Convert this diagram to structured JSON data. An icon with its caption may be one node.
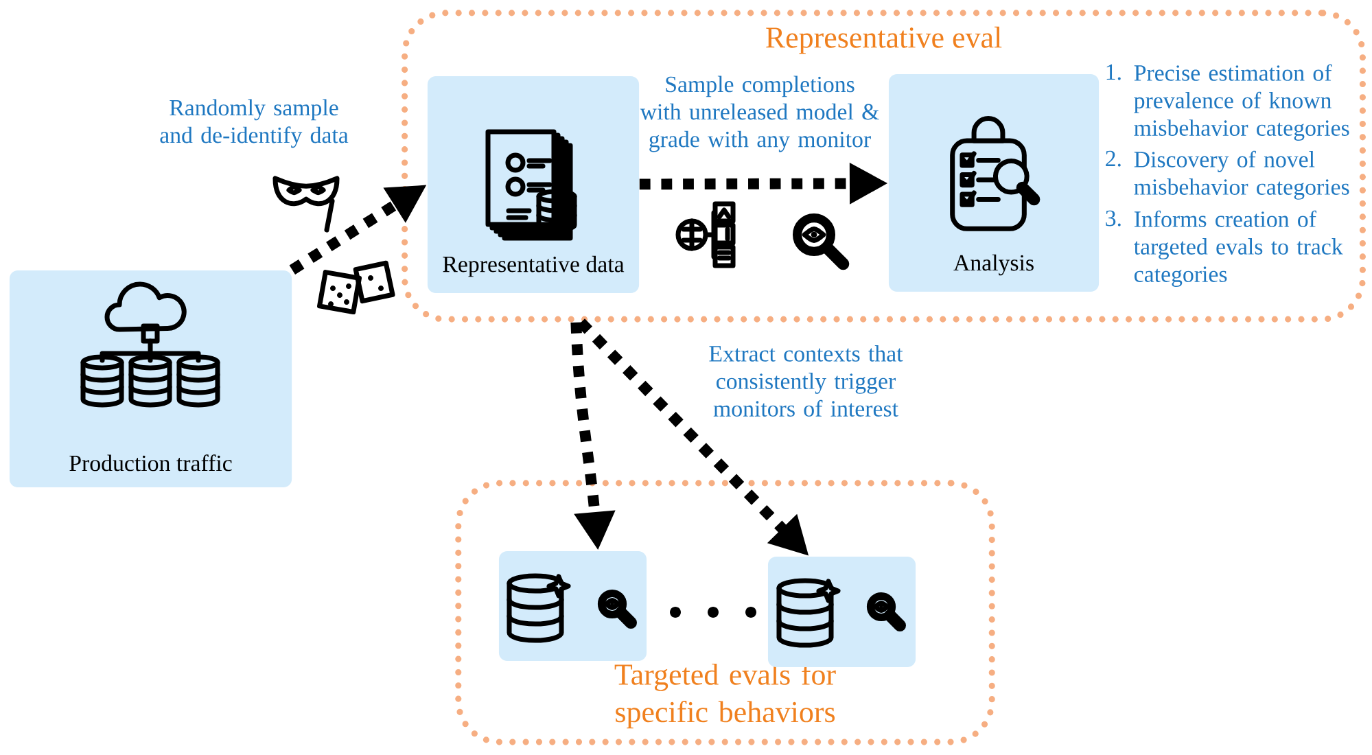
{
  "diagram": {
    "nodes": [
      {
        "text": [
          "Representative eval"
        ]
      },
      {
        "text": [
          "Representative data"
        ],
        "in": 0
      },
      {
        "text": [
          "Analysis"
        ],
        "in": 0
      },
      {
        "text": [
          "Production traffic"
        ]
      },
      {
        "text": [
          "Targeted evals for specific behaviors"
        ]
      },
      {
        "text": [],
        "shape": "box",
        "in": 4
      },
      {
        "text": [],
        "shape": "box",
        "in": 4
      }
    ],
    "edges": [
      {
        "from": 3,
        "to": 1,
        "arrow": "to",
        "style": "dashed",
        "label": "Randomly sample and de-identify data"
      },
      {
        "from": 1,
        "to": 2,
        "arrow": "to",
        "style": "dashed",
        "label": "Sample completions with unreleased model & grade with any monitor"
      },
      {
        "from": 0,
        "to": 5,
        "arrow": "to",
        "style": "dashed"
      },
      {
        "from": 0,
        "to": 6,
        "arrow": "to",
        "style": "dashed",
        "label": "Extract contexts that consistently trigger monitors of interest"
      }
    ],
    "labels": [
      "1.",
      "Precise estimation of prevalence of known misbehavior categories",
      "2.",
      "Discovery of novel misbehavior categories",
      "3.",
      "Informs creation of targeted evals to track categories"
    ]
  }
}
